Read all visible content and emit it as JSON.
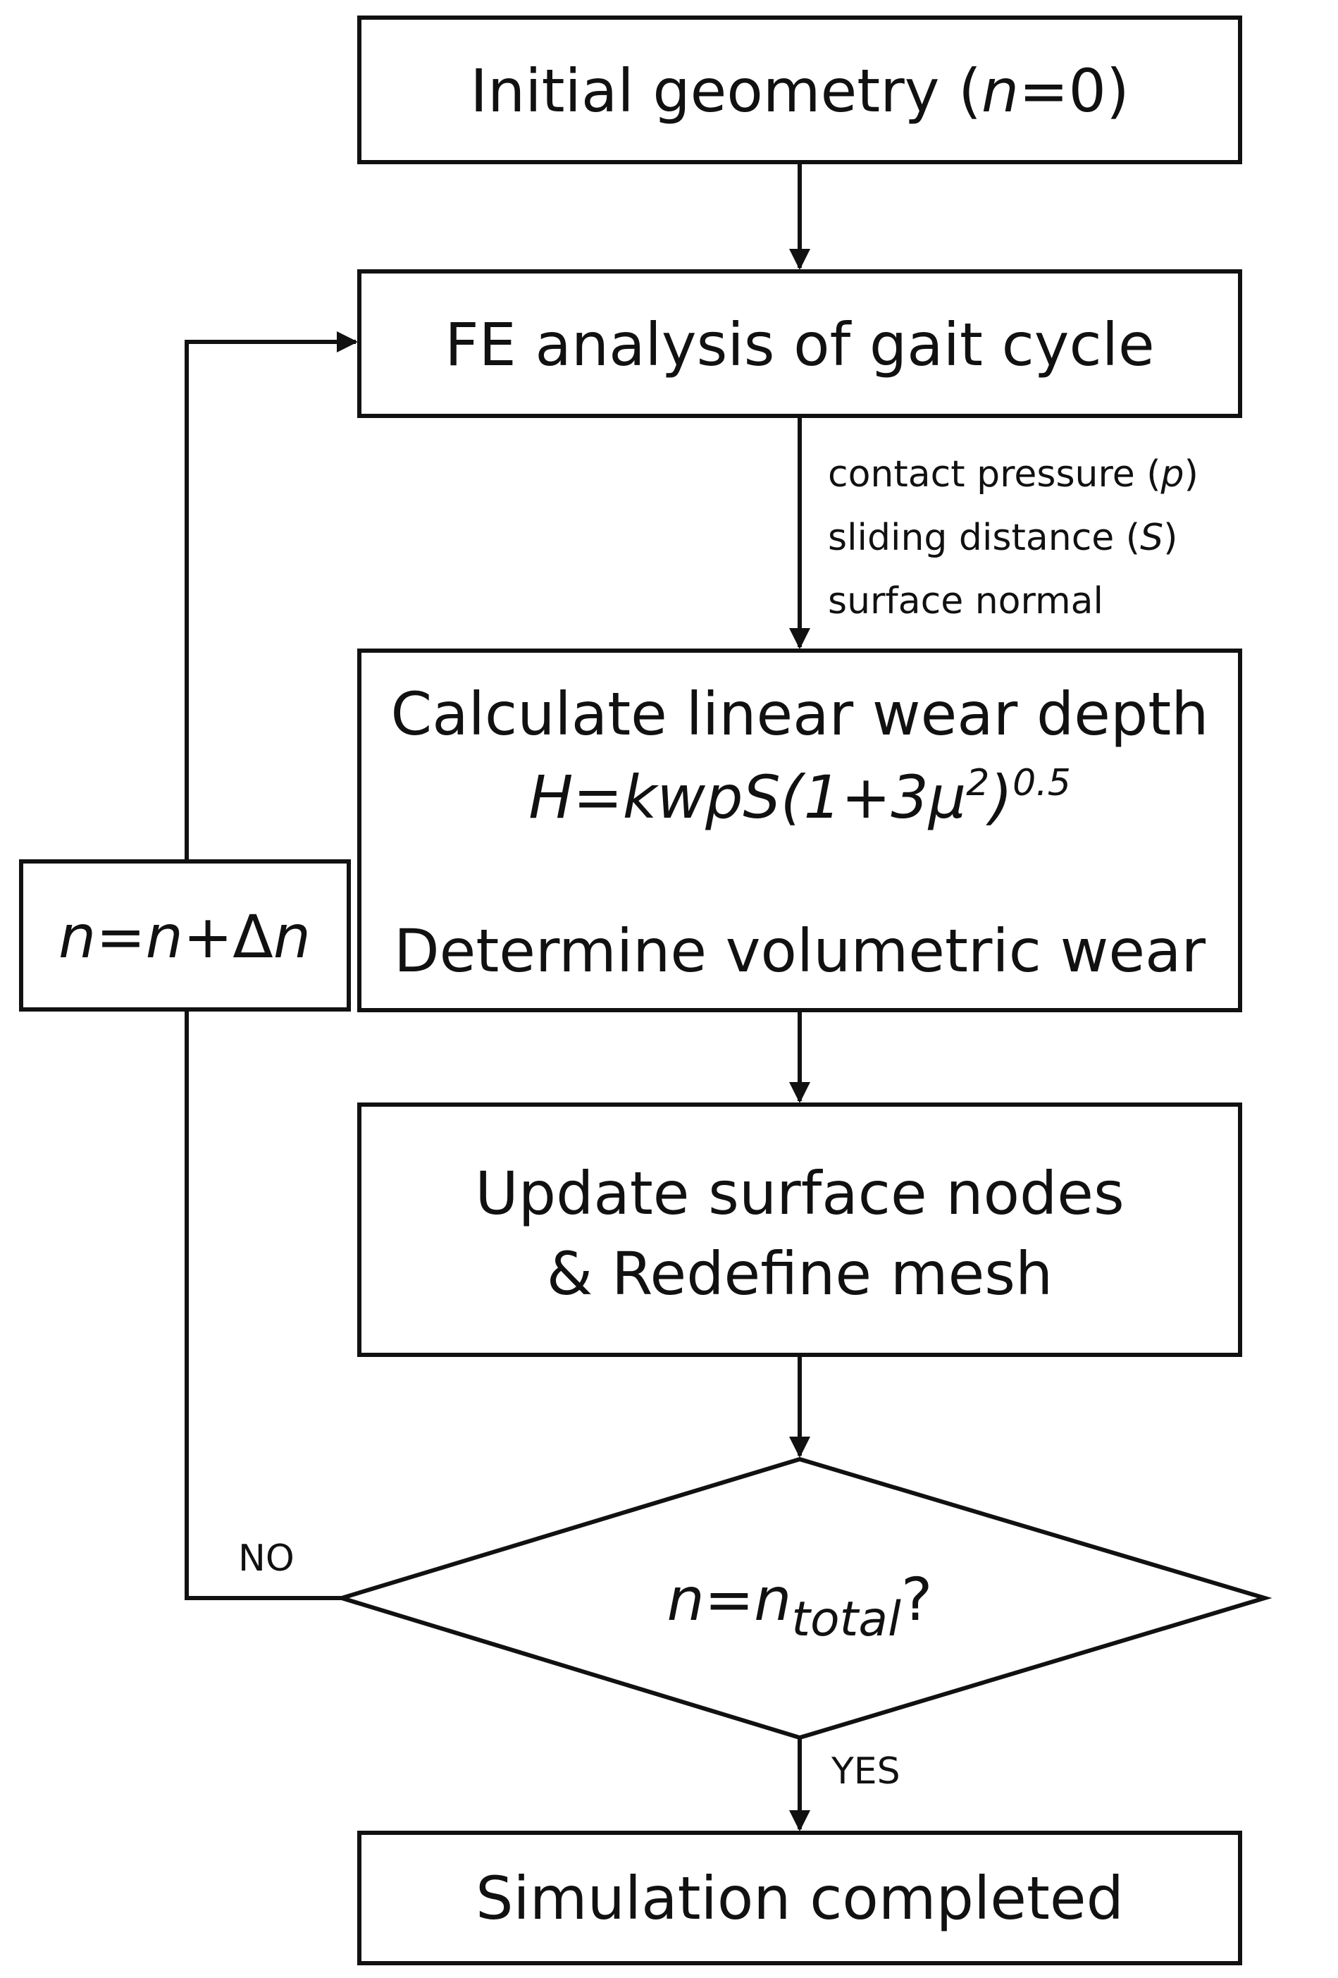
{
  "nodes": {
    "initial": {
      "label": "Initial geometry (",
      "var": "n",
      "tail": "=0)"
    },
    "fe": {
      "label": "FE analysis of gait cycle"
    },
    "calc": {
      "line1": "Calculate linear wear depth",
      "formula_base": "H=kwpS(1+3μ",
      "formula_sup1": "2",
      "formula_close": ")",
      "formula_sup2": "0.5",
      "line3": "Determine volumetric wear"
    },
    "update": {
      "line1": "Update surface nodes",
      "line2": "& Redefine mesh"
    },
    "decision": {
      "var": "n",
      "eq": "=",
      "var2": "n",
      "sub": "total",
      "q": "?"
    },
    "done": {
      "label": "Simulation completed"
    },
    "increment": {
      "var1": "n",
      "eq": "=",
      "var2": "n",
      "plus": "+Δ",
      "var3": "n"
    }
  },
  "annotations": {
    "pressure_a": "contact pressure (",
    "pressure_var": "p",
    "pressure_b": ")",
    "sliding_a": "sliding distance (",
    "sliding_var": "S",
    "sliding_b": ")",
    "normal": "surface normal"
  },
  "edges": {
    "no_label": "NO",
    "yes_label": "YES"
  }
}
